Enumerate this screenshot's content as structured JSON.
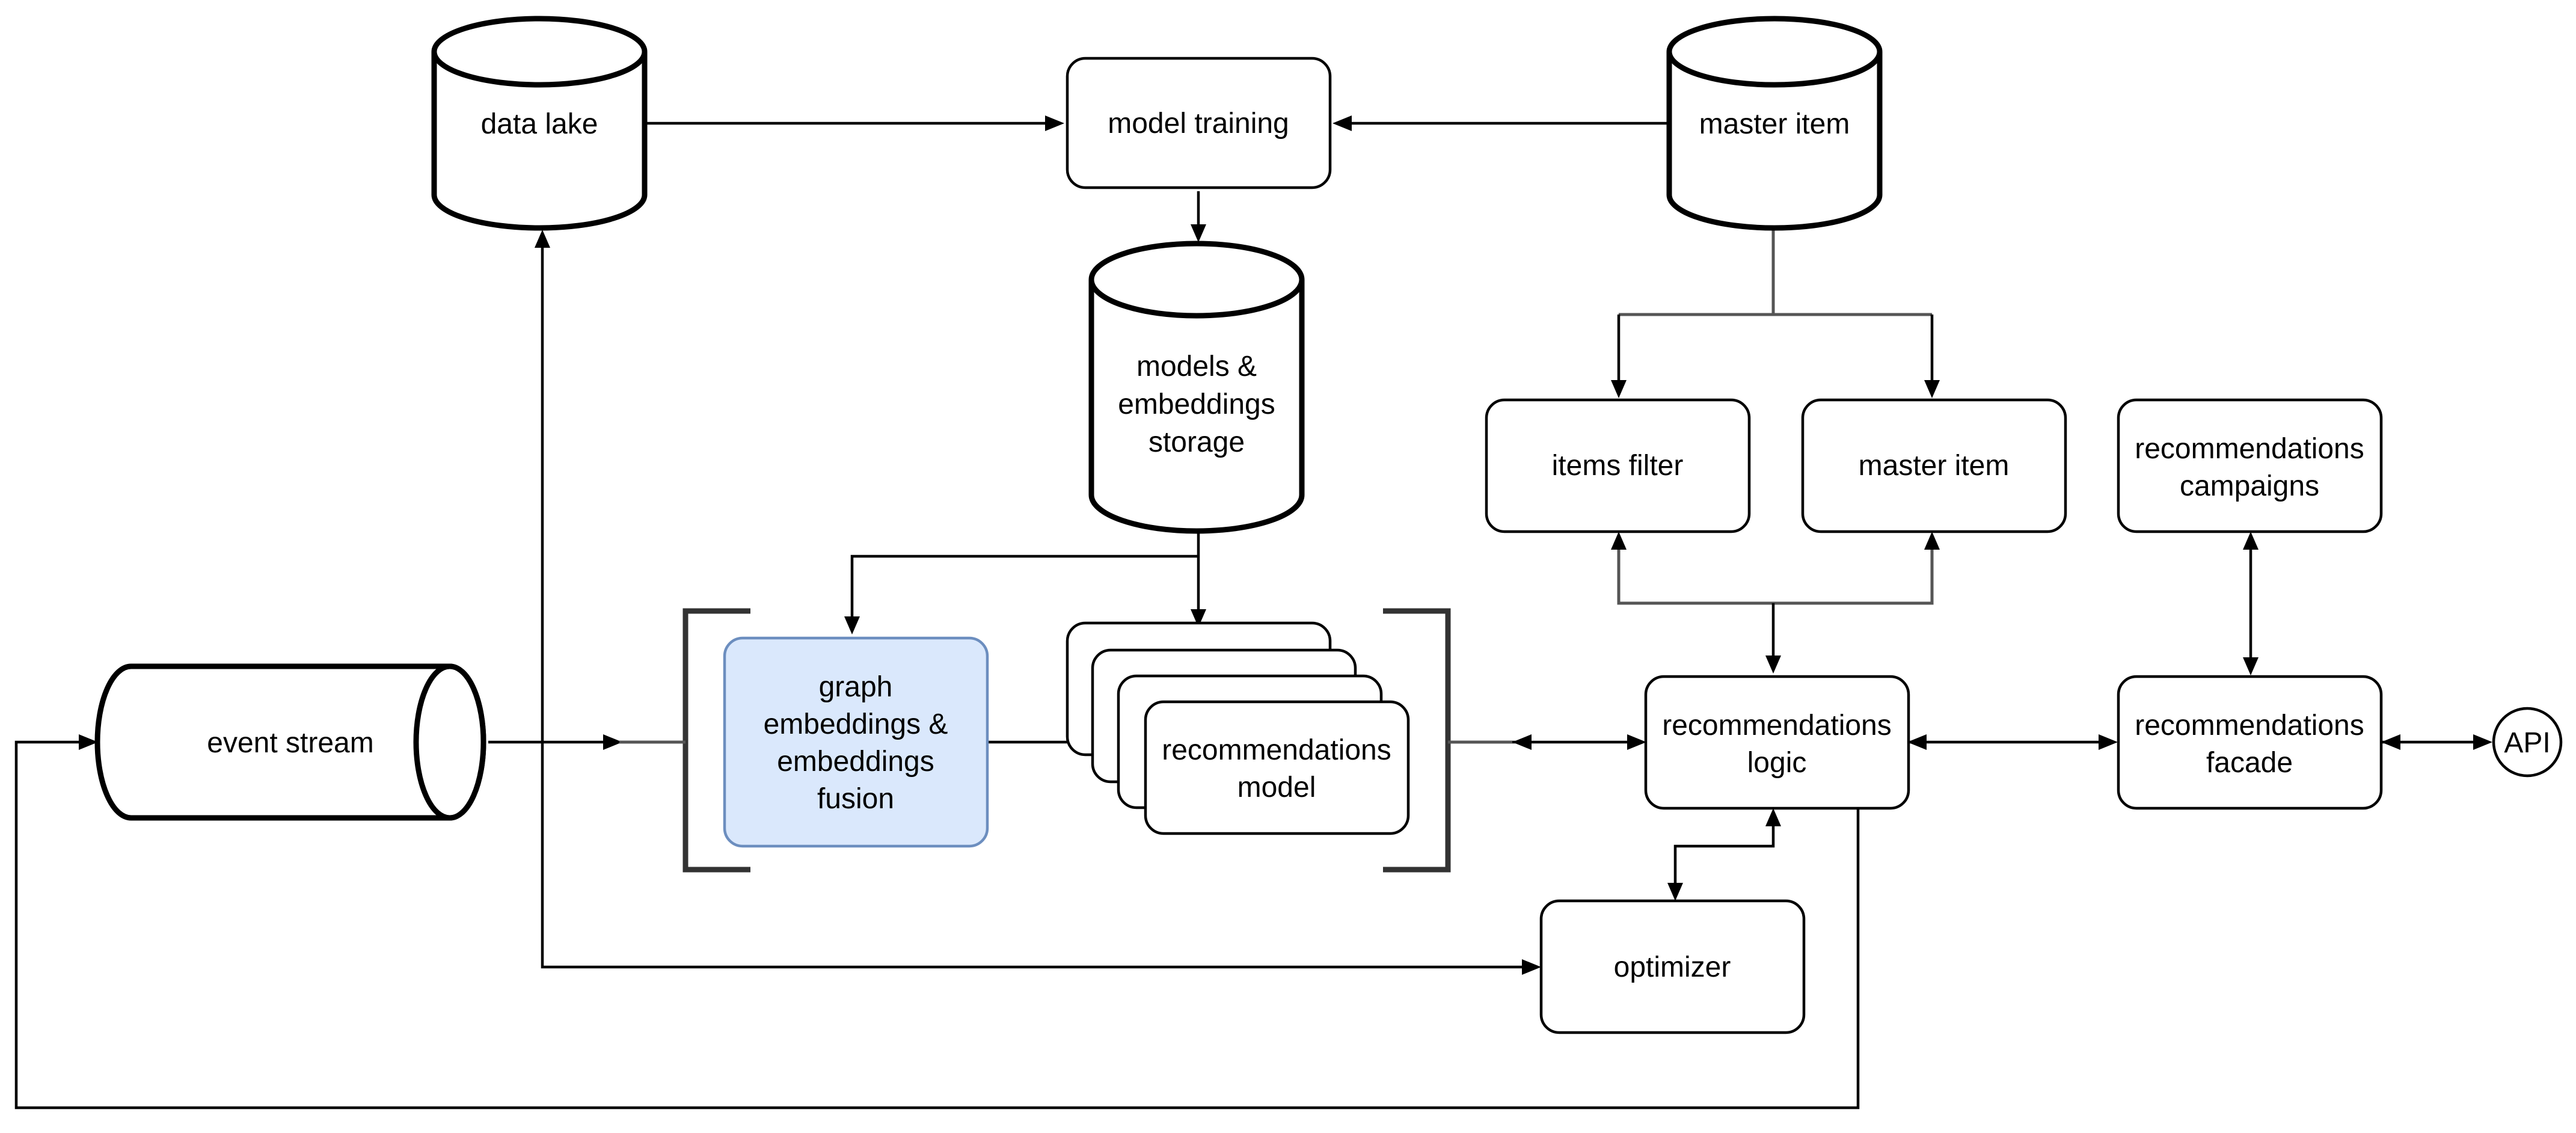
{
  "nodes": {
    "data_lake": "data lake",
    "model_training": "model training",
    "master_item_db": "master item",
    "storage": [
      "models &",
      "embeddings",
      "storage"
    ],
    "items_filter": "items filter",
    "master_item": "master item",
    "campaigns": [
      "recommendations",
      "campaigns"
    ],
    "event_stream": "event stream",
    "graph_embeddings": [
      "graph",
      "embeddings &",
      "embeddings",
      "fusion"
    ],
    "recommendations_model": [
      "recommendations",
      "model"
    ],
    "recommendations_logic": [
      "recommendations",
      "logic"
    ],
    "recommendations_facade": [
      "recommendations",
      "facade"
    ],
    "api": "API",
    "optimizer": "optimizer"
  },
  "colors": {
    "accent_fill": "#dae8fc",
    "accent_stroke": "#6c8ebf",
    "line": "#000000"
  }
}
